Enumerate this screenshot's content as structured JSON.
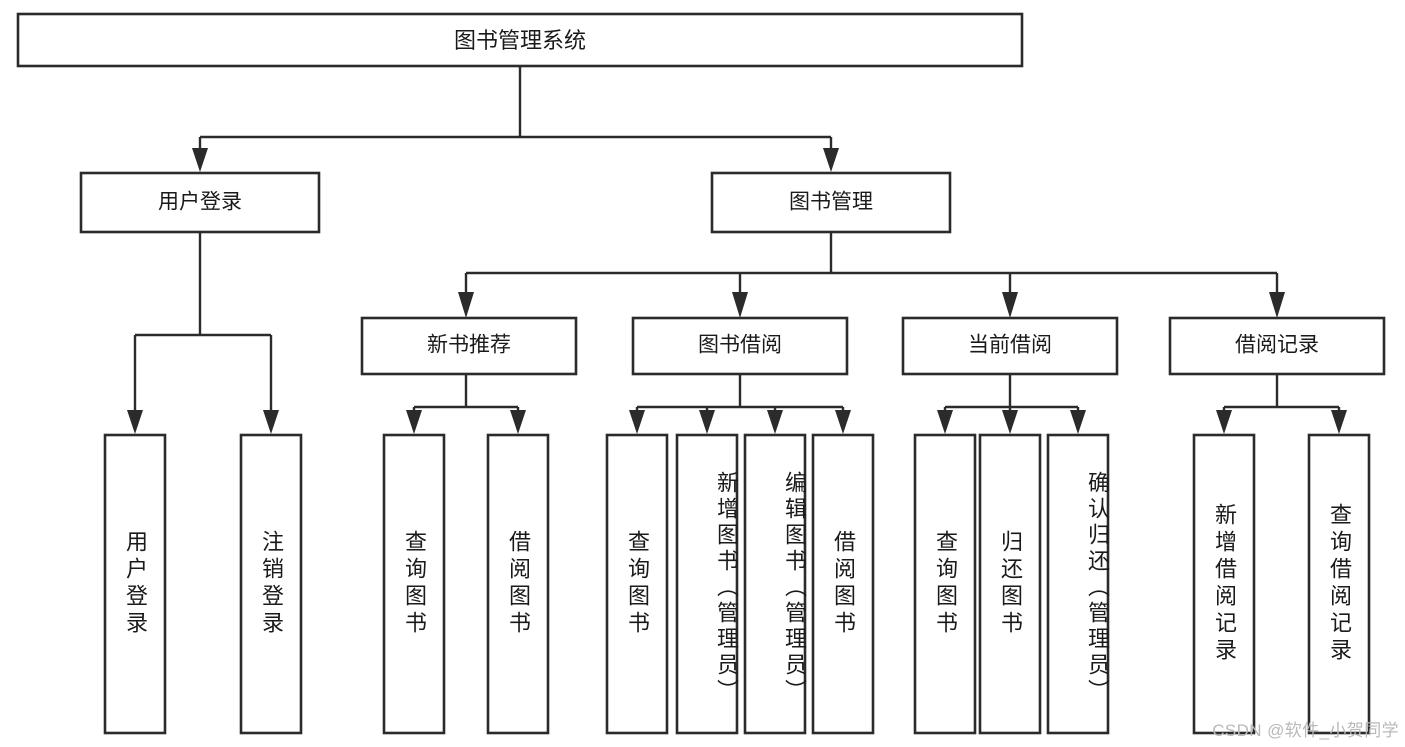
{
  "diagram": {
    "type": "tree-hierarchy",
    "title": "图书管理系统",
    "watermark": "CSDN @软件_小贺同学",
    "colors": {
      "background": "#ffffff",
      "stroke": "#2b2b2b",
      "box_fill": "#ffffff",
      "text": "#1a1a1a",
      "watermark": "#b9b9b9"
    },
    "root": {
      "label": "图书管理系统"
    },
    "level2": [
      {
        "label": "用户登录"
      },
      {
        "label": "图书管理"
      }
    ],
    "level3": [
      {
        "label": "新书推荐"
      },
      {
        "label": "图书借阅"
      },
      {
        "label": "当前借阅"
      },
      {
        "label": "借阅记录"
      }
    ],
    "leaves": {
      "user_login": [
        {
          "label": "用户登录"
        },
        {
          "label": "注销登录"
        }
      ],
      "new_book_recommend": [
        {
          "label": "查询图书"
        },
        {
          "label": "借阅图书"
        }
      ],
      "book_borrow": [
        {
          "label": "查询图书"
        },
        {
          "label": "新增图书（管理员）"
        },
        {
          "label": "编辑图书（管理员）"
        },
        {
          "label": "借阅图书"
        }
      ],
      "current_borrow": [
        {
          "label": "查询图书"
        },
        {
          "label": "归还图书"
        },
        {
          "label": "确认归还（管理员）"
        }
      ],
      "borrow_record": [
        {
          "label": "新增借阅记录"
        },
        {
          "label": "查询借阅记录"
        }
      ]
    }
  }
}
